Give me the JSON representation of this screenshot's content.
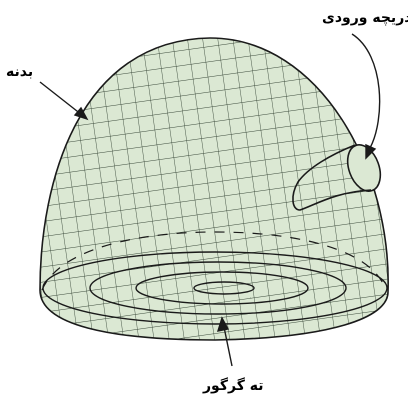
{
  "labels": {
    "body": "بدنه",
    "inlet": "دریچه ورودی",
    "base": "ته گرگور"
  },
  "colors": {
    "fill": "#dbe8d3",
    "grid": "#3b4a3b",
    "outline": "#1a1a1a"
  }
}
